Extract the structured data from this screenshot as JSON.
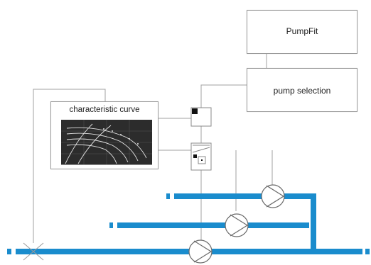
{
  "pumpfit": {
    "label": "PumpFit"
  },
  "pump_selection": {
    "label": "pump selection"
  },
  "characteristic_curve": {
    "label": "characteristic curve"
  },
  "colors": {
    "pipe": "#1a8ccd",
    "line": "#a0a0a0",
    "box_border": "#9a9a9a",
    "graph_bg": "#2c2c2c",
    "graph_curve": "#e6e6e6"
  },
  "icons": [
    "pump-icon",
    "valve-icon",
    "controller-icon",
    "sensor-icon"
  ]
}
